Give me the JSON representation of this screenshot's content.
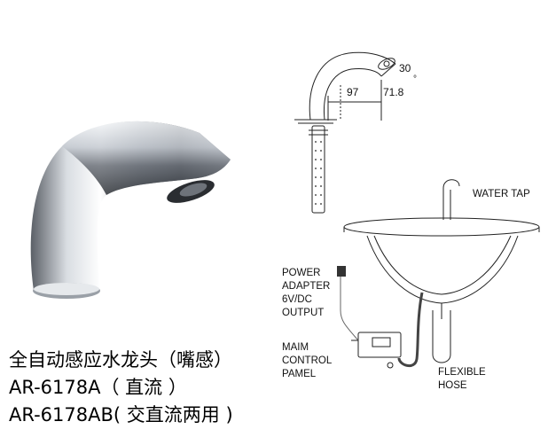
{
  "photo": {
    "icon": "chrome-faucet-photo"
  },
  "dimensions": {
    "d1": "30",
    "d2": "97",
    "d3": "71.8",
    "deg": "°"
  },
  "labels": {
    "water_tap": "WATER TAP",
    "power": [
      "POWER",
      "ADAPTER",
      "6V/DC",
      "OUTPUT"
    ],
    "control": [
      "MAIM",
      "CONTROL",
      "PAMEL"
    ],
    "hose": [
      "FLEXIBLE",
      "HOSE"
    ]
  },
  "caption": {
    "line1": "全自动感应水龙头（嘴感）",
    "line2": "AR-6178A（ 直流 ）",
    "line3": "AR-6178AB( 交直流两用 )"
  }
}
